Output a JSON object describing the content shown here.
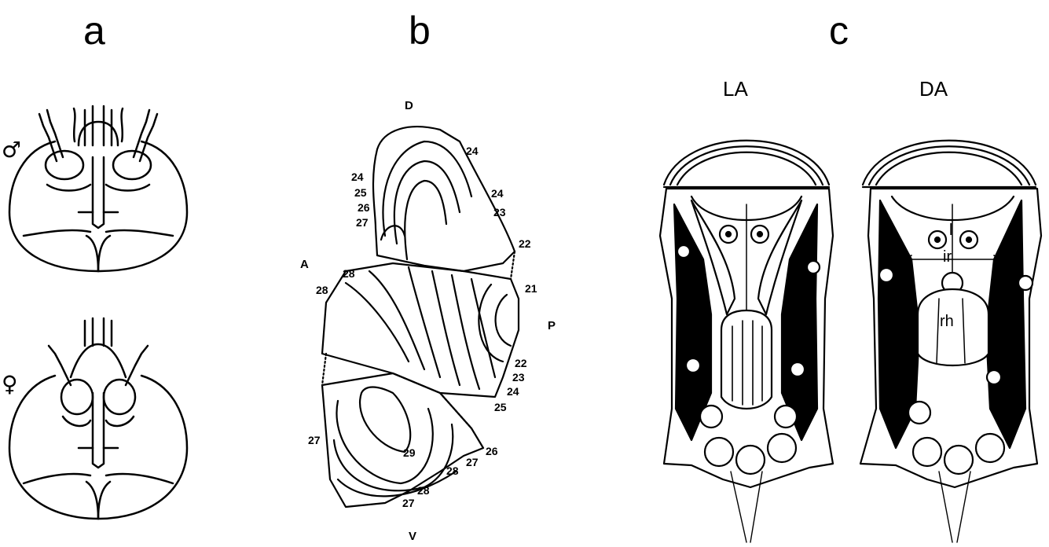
{
  "panels": {
    "a": "a",
    "b": "b",
    "c": "c"
  },
  "panel_a": {
    "male_symbol": "♂",
    "female_symbol": "♀"
  },
  "panel_b": {
    "orientation": {
      "dorsal": "D",
      "ventral": "V",
      "anterior": "A",
      "posterior": "P"
    },
    "isolines": [
      "24",
      "24",
      "24",
      "25",
      "26",
      "27",
      "23",
      "22",
      "28",
      "28",
      "21",
      "22",
      "23",
      "24",
      "25",
      "26",
      "27",
      "28",
      "27",
      "28",
      "27",
      "29"
    ]
  },
  "panel_c": {
    "left_title": "LA",
    "right_title": "DA",
    "labels": {
      "l": "l",
      "ir": "ir",
      "rh": "rh"
    }
  }
}
